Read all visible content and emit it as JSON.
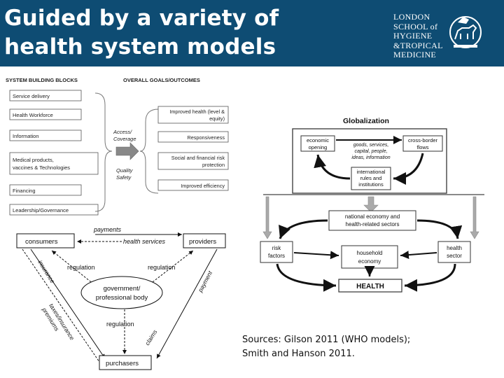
{
  "title_line1": "Guided by a variety of",
  "title_line2": "health system models",
  "logo": {
    "line1": "LONDON",
    "line2": "SCHOOL of",
    "line3": "HYGIENE",
    "line4": "&TROPICAL",
    "line5": "MEDICINE",
    "crest": "crest-icon"
  },
  "who": {
    "blocks_header": "SYSTEM BUILDING BLOCKS",
    "goals_header": "OVERALL GOALS/OUTCOMES",
    "blocks": [
      "Service delivery",
      "Health Workforce",
      "Information",
      "Medical products,",
      "vaccines & Technologies",
      "Financing",
      "Leadership/Governance"
    ],
    "mid1": "Access/",
    "mid2": "Coverage",
    "mid3": "Quality",
    "mid4": "Safety",
    "goals": [
      "Improved health (level &",
      "equity)",
      "Responsiveness",
      "Social and financial risk",
      "protection",
      "Improved efficiency"
    ]
  },
  "glob": {
    "title": "Globalization",
    "economic1": "economic",
    "economic2": "opening",
    "goods1": "goods, services,",
    "goods2": "capital, people,",
    "goods3": "ideas, information",
    "cross1": "cross-border",
    "cross2": "flows",
    "intl1": "international",
    "intl2": "rules and",
    "intl3": "institutions",
    "national1": "national economy and",
    "national2": "health-related sectors",
    "risk1": "risk",
    "risk2": "factors",
    "household1": "household",
    "household2": "economy",
    "sector1": "health",
    "sector2": "sector",
    "health": "HEALTH"
  },
  "tri": {
    "payments": "payments",
    "consumers": "consumers",
    "health_services": "health services",
    "providers": "providers",
    "regulation_left": "regulation",
    "regulation_right": "regulation",
    "insurance": "insurance",
    "payment": "payment",
    "gov1": "government/",
    "gov2": "professional body",
    "taxes1": "taxes/insurance",
    "taxes2": "premiums",
    "regulation_bottom": "regulation",
    "claims": "claims",
    "purchasers": "purchasers"
  },
  "sources_line1": "Sources:  Gilson 2011 (WHO models);",
  "sources_line2": "Smith and Hanson 2011."
}
